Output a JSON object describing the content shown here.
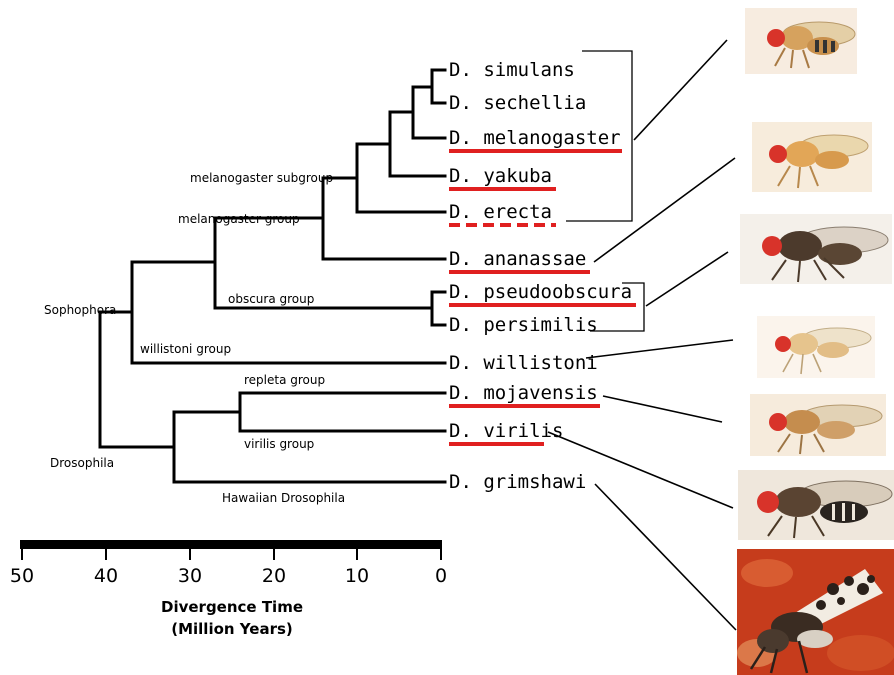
{
  "species": [
    {
      "name": "D. simulans",
      "underline": "none"
    },
    {
      "name": "D. sechellia",
      "underline": "none"
    },
    {
      "name": "D. melanogaster",
      "underline": "solid"
    },
    {
      "name": "D. yakuba",
      "underline": "solid"
    },
    {
      "name": "D. erecta",
      "underline": "dashed"
    },
    {
      "name": "D. ananassae",
      "underline": "solid"
    },
    {
      "name": "D. pseudoobscura",
      "underline": "solid"
    },
    {
      "name": "D. persimilis",
      "underline": "none"
    },
    {
      "name": "D. willistoni",
      "underline": "none"
    },
    {
      "name": "D. mojavensis",
      "underline": "solid"
    },
    {
      "name": "D. virilis",
      "underline": "solid"
    },
    {
      "name": "D. grimshawi",
      "underline": "none"
    }
  ],
  "clades": {
    "melanogaster_subgroup": "melanogaster subgroup",
    "melanogaster_group": "melanogaster group",
    "obscura_group": "obscura group",
    "sophophora": "Sophophora",
    "willistoni_group": "willistoni group",
    "repleta_group": "repleta group",
    "virilis_group": "virilis group",
    "drosophila": "Drosophila",
    "hawaiian": "Hawaiian Drosophila"
  },
  "axis": {
    "ticks": [
      "50",
      "40",
      "30",
      "20",
      "10",
      "0"
    ],
    "title_line1": "Divergence Time",
    "title_line2": "(Million Years)"
  },
  "colors": {
    "underline": "#e02020",
    "branch": "#000000"
  },
  "fly_images": [
    {
      "name": "melanogaster-fly-image",
      "style": "tan"
    },
    {
      "name": "ananassae-fly-image",
      "style": "tan"
    },
    {
      "name": "pseudoobscura-fly-image",
      "style": "dark"
    },
    {
      "name": "willistoni-fly-image",
      "style": "pale"
    },
    {
      "name": "mojavensis-fly-image",
      "style": "tan"
    },
    {
      "name": "virilis-fly-image",
      "style": "dark"
    },
    {
      "name": "grimshawi-fly-image",
      "style": "photo"
    }
  ]
}
